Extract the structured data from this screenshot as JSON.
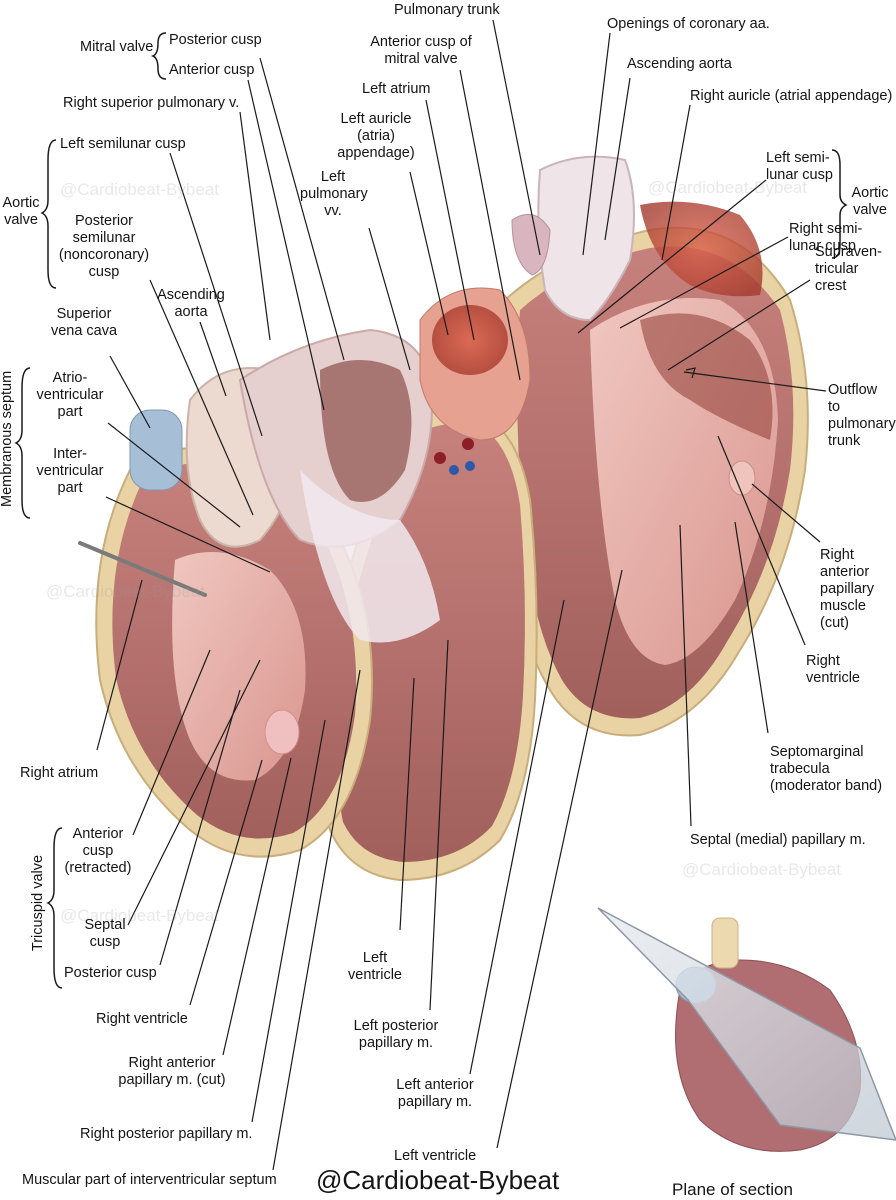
{
  "labels": {
    "pulmonary_trunk": "Pulmonary trunk",
    "openings_coronary": "Openings of coronary aa.",
    "mitral_valve": "Mitral valve",
    "mitral_posterior_cusp": "Posterior cusp",
    "mitral_anterior_cusp": "Anterior cusp",
    "anterior_cusp_mitral": "Anterior cusp of\nmitral valve",
    "ascending_aorta_top": "Ascending aorta",
    "right_auricle": "Right auricle (atrial appendage)",
    "right_superior_pulmonary": "Right superior pulmonary v.",
    "left_atrium": "Left atrium",
    "left_auricle": "Left auricle\n(atria)\nappendage)",
    "left_pulmonary_vv": "Left\npulmonary\nvv.",
    "aortic_valve_left": "Aortic\nvalve",
    "left_semilunar_cusp": "Left semilunar cusp",
    "posterior_semilunar_cusp": "Posterior\nsemilunar\n(noncoronary)\ncusp",
    "ascending_aorta_mid": "Ascending\naorta",
    "aortic_valve_right": "Aortic\nvalve",
    "left_semilunar_cusp_right": "Left semi-\nlunar cusp",
    "right_semilunar_cusp": "Right semi-\nlunar cusp",
    "supraventricular_crest": "Supraven-\ntricular\ncrest",
    "superior_vena_cava": "Superior\nvena cava",
    "membranous_septum": "Membranous septum",
    "atrioventricular_part": "Atrio-\nventricular\npart",
    "interventricular_part": "Inter-\nventricular\npart",
    "outflow_pulmonary": "Outflow\nto\npulmonary\ntrunk",
    "right_anterior_papillary_muscle": "Right\nanterior\npapillary\nmuscle\n(cut)",
    "right_ventricle_right": "Right\nventricle",
    "septomarginal_trabecula": "Septomarginal\ntrabecula\n(moderator band)",
    "right_atrium": "Right atrium",
    "septal_papillary": "Septal (medial) papillary m.",
    "tricuspid_valve": "Tricuspid valve",
    "anterior_cusp_retracted": "Anterior\ncusp\n(retracted)",
    "septal_cusp": "Septal\ncusp",
    "posterior_cusp": "Posterior cusp",
    "left_ventricle_mid": "Left\nventricle",
    "right_ventricle_left": "Right ventricle",
    "left_posterior_papillary": "Left posterior\npapillary m.",
    "right_anterior_papillary_cut": "Right anterior\npapillary m. (cut)",
    "left_anterior_papillary": "Left anterior\npapillary m.",
    "right_posterior_papillary": "Right posterior papillary m.",
    "left_ventricle_bottom": "Left ventricle",
    "muscular_part": "Muscular part of interventricular septum",
    "brand": "@Cardiobeat-Bybeat",
    "plane_of_section": "Plane of section",
    "watermark": "@Cardiobeat-Bybeat"
  },
  "colors": {
    "myocardium": "#c98a86",
    "myocardium_dark": "#9c5b58",
    "chamber": "#e7b3ad",
    "fat": "#e9d2a3",
    "valve": "#ece7ea",
    "vessel_blue": "#a6bfd6",
    "aorta": "#ecd9cf",
    "leader": "#1a1a1a"
  }
}
